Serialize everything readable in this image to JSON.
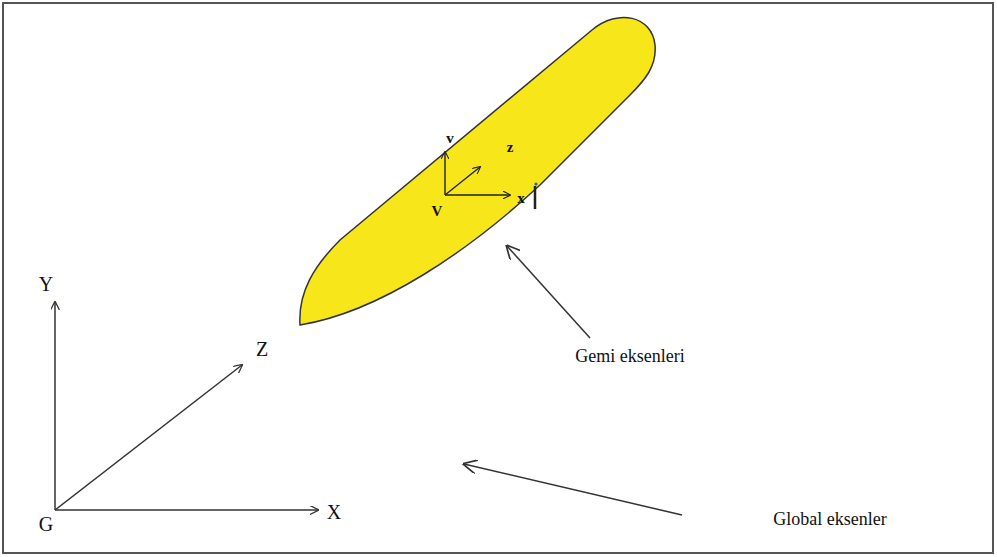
{
  "diagram": {
    "nodes": [
      {
        "text": [
          "v",
          "z",
          "V",
          "x"
        ]
      }
    ],
    "labels": [
      "Y",
      "Z",
      "G",
      "X",
      "Gemi eksenleri",
      "Global eksenler"
    ]
  }
}
